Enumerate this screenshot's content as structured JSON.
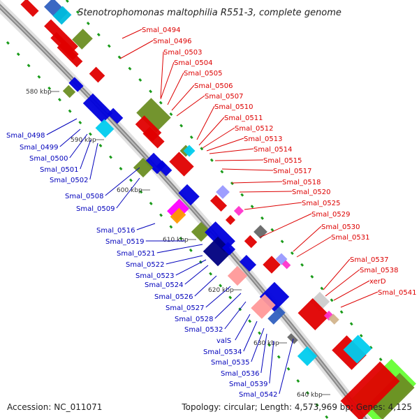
{
  "title": "Stenotrophomonas maltophilia R551-3, complete genome",
  "footer": {
    "accession": "Accession: NC_011071",
    "stats": "Topology: circular; Length: 4,573,969 bp; Genes: 4,125"
  },
  "ticks": [
    "580 kbp",
    "590 kbp",
    "600 kbp",
    "610 kbp",
    "620 kbp",
    "630 kbp",
    "640 kbp"
  ],
  "forward_labels": [
    "Smal_0494",
    "Smal_0496",
    "Smal_0503",
    "Smal_0504",
    "Smal_0505",
    "Smal_0506",
    "Smal_0507",
    "Smal_0510",
    "Smal_0511",
    "Smal_0512",
    "Smal_0513",
    "Smal_0514",
    "Smal_0515",
    "Smal_0517",
    "Smal_0518",
    "Smal_0520",
    "Smal_0525",
    "Smal_0529",
    "Smal_0530",
    "Smal_0531",
    "Smal_0537",
    "Smal_0538",
    "xerD",
    "Smal_0541"
  ],
  "reverse_labels": [
    "Smal_0498",
    "Smal_0499",
    "Smal_0500",
    "Smal_0501",
    "Smal_0502",
    "Smal_0508",
    "Smal_0509",
    "Smal_0516",
    "Smal_0519",
    "Smal_0521",
    "Smal_0522",
    "Smal_0523",
    "Smal_0524",
    "Smal_0526",
    "Smal_0527",
    "Smal_0528",
    "Smal_0532",
    "valS",
    "Smal_0534",
    "Smal_0535",
    "Smal_0536",
    "Smal_0539",
    "Smal_0542"
  ],
  "colors": {
    "forward_label": "#dd0000",
    "reverse_label": "#0000bb",
    "backbone": "#888888"
  }
}
